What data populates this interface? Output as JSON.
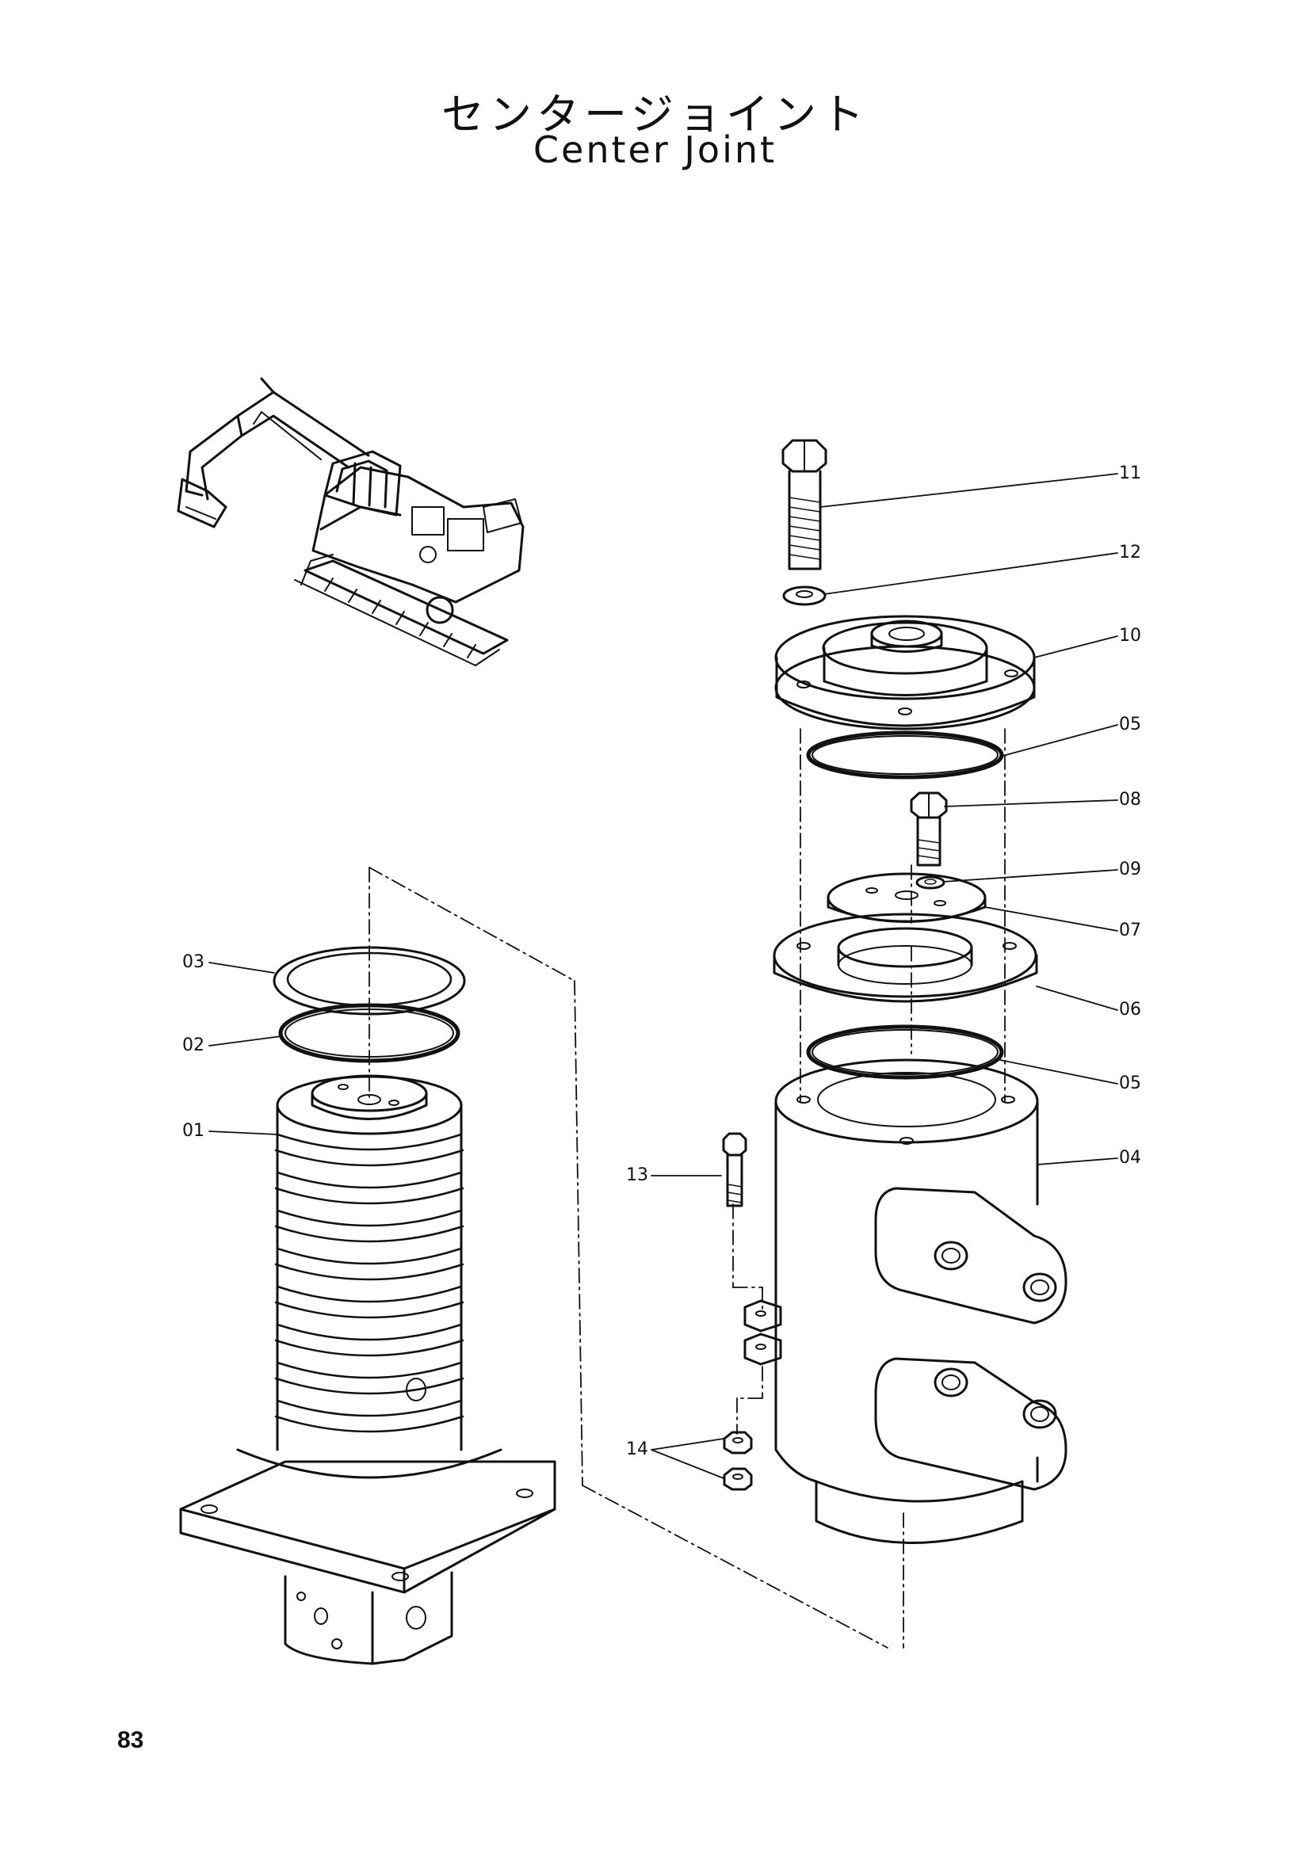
{
  "title_japanese": "センタージョイント",
  "title_english": "Center Joint",
  "page_number": "83",
  "callouts": [
    "11",
    "12",
    "10",
    "05",
    "08",
    "09",
    "07",
    "06",
    "05",
    "04",
    "13",
    "14",
    "03",
    "02",
    "01"
  ],
  "colors": {
    "ink": "#111111",
    "paper": "#ffffff"
  }
}
